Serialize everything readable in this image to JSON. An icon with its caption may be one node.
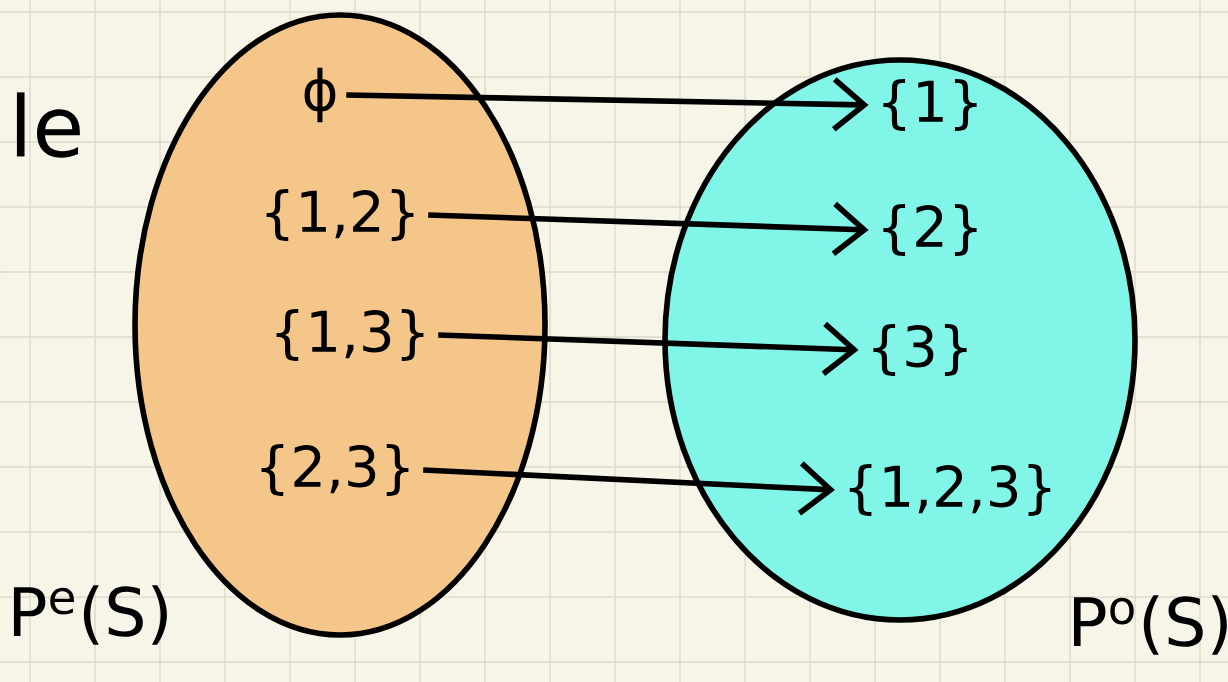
{
  "diagram": {
    "nodes": [
      {
        "text": [],
        "shape": "ellipse",
        "beside": [
          "P$^{e}$(S)"
        ]
      },
      {
        "text": [
          "ϕ"
        ],
        "in": 0
      },
      {
        "text": [
          "{1,2}"
        ],
        "in": 0
      },
      {
        "text": [
          "{1,3}"
        ],
        "in": 0
      },
      {
        "text": [
          "{2,3}"
        ],
        "in": 0
      },
      {
        "text": [],
        "shape": "ellipse",
        "beside": [
          "P$^{o}$(S)"
        ]
      },
      {
        "text": [
          "{1}"
        ],
        "in": 5
      },
      {
        "text": [
          "{2}"
        ],
        "in": 5
      },
      {
        "text": [
          "{3}"
        ],
        "in": 5
      },
      {
        "text": [
          "{1,2,3}"
        ],
        "in": 5
      }
    ],
    "edges": [
      {
        "from": 1,
        "to": 6,
        "arrow": "to"
      },
      {
        "from": 2,
        "to": 7,
        "arrow": "to"
      },
      {
        "from": 3,
        "to": 8,
        "arrow": "to"
      },
      {
        "from": 4,
        "to": 9,
        "arrow": "to"
      }
    ],
    "labels": [
      "le"
    ]
  }
}
